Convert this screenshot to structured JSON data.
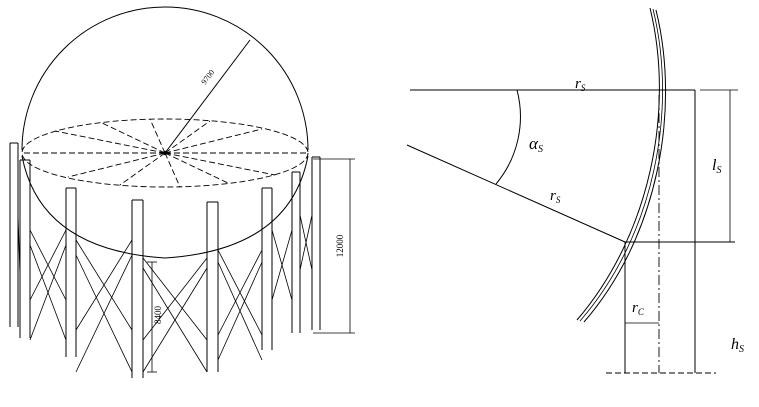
{
  "left_figure": {
    "dim_diameter": "9700",
    "dim_total_height": "12000",
    "dim_leg_height": "8400"
  },
  "right_figure": {
    "label_r_top": "r",
    "label_r_top_sub": "S",
    "label_r_slant": "r",
    "label_r_slant_sub": "S",
    "label_alpha": "α",
    "label_alpha_sub": "S",
    "label_l": "l",
    "label_l_sub": "S",
    "label_h": "h",
    "label_h_sub": "S",
    "label_rc": "r",
    "label_rc_sub": "C"
  }
}
